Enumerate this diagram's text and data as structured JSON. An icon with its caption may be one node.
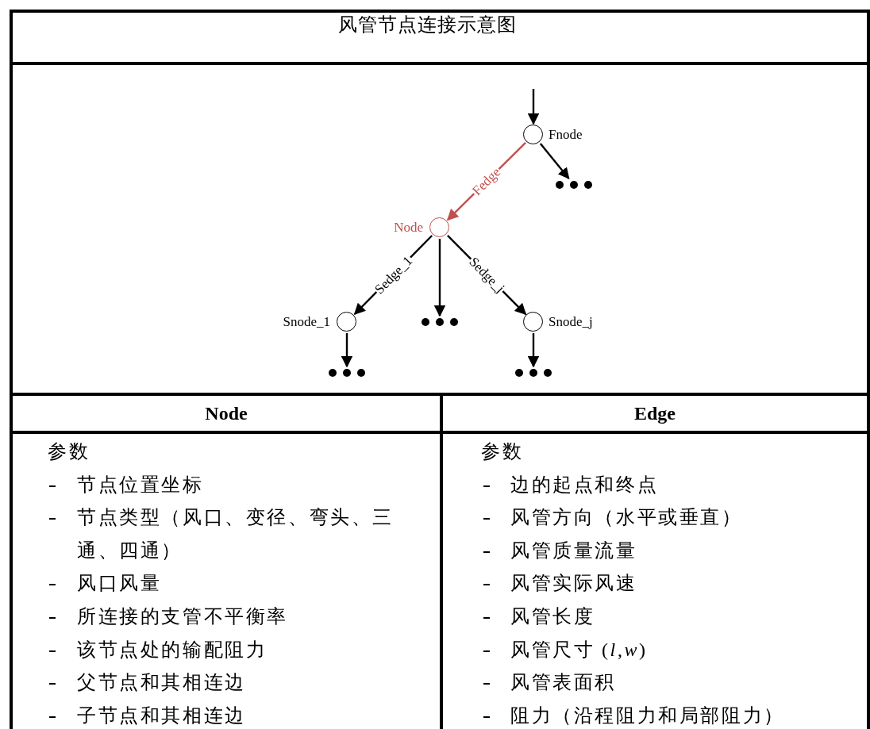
{
  "diagram": {
    "title": "风管节点连接示意图",
    "nodes": [
      {
        "text": [],
        "shape": "circle",
        "beside": [
          "Fnode"
        ]
      },
      {
        "text": [],
        "shape": "dots"
      },
      {
        "text": [],
        "shape": "circle",
        "beside": [
          "Node"
        ]
      },
      {
        "text": [],
        "shape": "circle",
        "beside": [
          "Snode_1"
        ]
      },
      {
        "text": [],
        "shape": "dots"
      },
      {
        "text": [],
        "shape": "circle",
        "beside": [
          "Snode_j"
        ]
      },
      {
        "text": [],
        "shape": "dots"
      },
      {
        "text": [],
        "shape": "dots"
      }
    ],
    "edges": [
      {
        "from": null,
        "to": 0,
        "arrow": "to"
      },
      {
        "from": 0,
        "to": 1,
        "arrow": "to"
      },
      {
        "from": 0,
        "to": 2,
        "arrow": "to",
        "label": "Fedge",
        "color": "#c0504d"
      },
      {
        "from": 2,
        "to": 3,
        "arrow": "to",
        "label": "Sedge_1"
      },
      {
        "from": 2,
        "to": 4,
        "arrow": "to"
      },
      {
        "from": 2,
        "to": 5,
        "arrow": "to",
        "label": "Sedge_j"
      },
      {
        "from": 3,
        "to": 6,
        "arrow": "to"
      },
      {
        "from": 5,
        "to": 7,
        "arrow": "to"
      }
    ],
    "labels": [
      "Node",
      "Edge",
      "参数",
      "节点位置坐标",
      "节点类型（风口、变径、弯头、三通、四通）",
      "风口风量",
      "所连接的支管不平衡率",
      "该节点处的输配阻力",
      "父节点和其相连边",
      "子节点和其相连边",
      "参数",
      "边的起点和终点",
      "风管方向（水平或垂直）",
      "风管质量流量",
      "风管实际风速",
      "风管长度",
      "风管尺寸 (*l*,*w*)",
      "风管表面积",
      "阻力（沿程阻力和局部阻力）"
    ]
  }
}
